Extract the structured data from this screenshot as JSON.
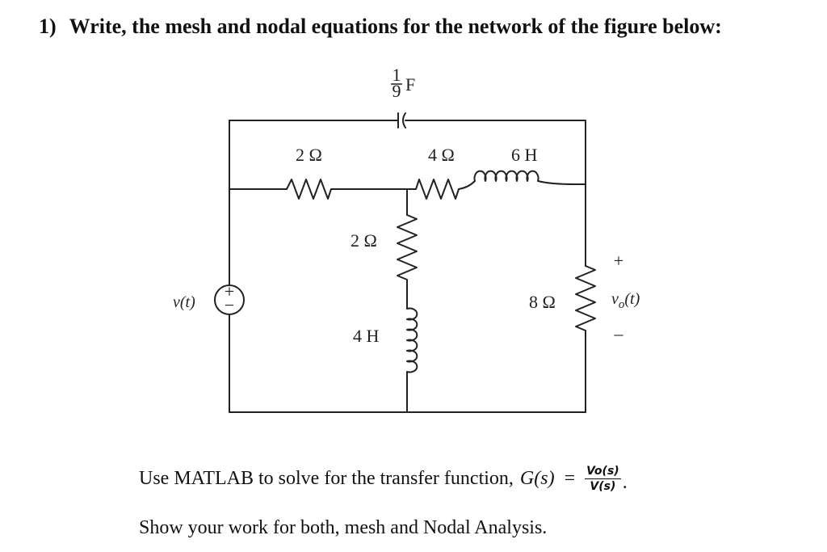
{
  "question": {
    "number": "1)",
    "text": "Write, the mesh and nodal equations for the network of the figure below:"
  },
  "circuit": {
    "capacitor": {
      "numerator": "1",
      "denominator": "9",
      "unit": "F"
    },
    "resistor_left_top": "2 Ω",
    "resistor_mid_top": "4 Ω",
    "inductor_top": "6 H",
    "resistor_center_vertical": "2 Ω",
    "inductor_center_vertical": "4 H",
    "resistor_right_vertical": "8 Ω",
    "source_label": "v(t)",
    "source_plus": "+",
    "source_minus": "−",
    "output_label": "v",
    "output_subscript": "o",
    "output_arg": "(t)",
    "output_plus": "+",
    "output_minus": "–"
  },
  "instruction": {
    "text": "Use MATLAB to solve for the transfer function,",
    "symbol": "G(s)",
    "equals": "=",
    "numerator": "Vo(s)",
    "denominator": "V(s)",
    "period": "."
  },
  "closing": "Show your work for both, mesh and Nodal Analysis."
}
